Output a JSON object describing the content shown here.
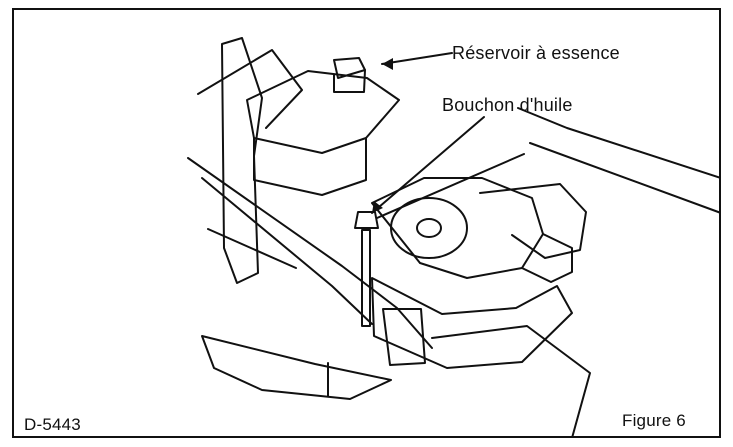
{
  "labels": {
    "fuel_tank": "Réservoir à essence",
    "oil_cap": "Bouchon d'huile",
    "drawing_code": "D-5443",
    "figure": "Figure 6"
  },
  "colors": {
    "ink": "#111111",
    "paper": "#ffffff"
  }
}
